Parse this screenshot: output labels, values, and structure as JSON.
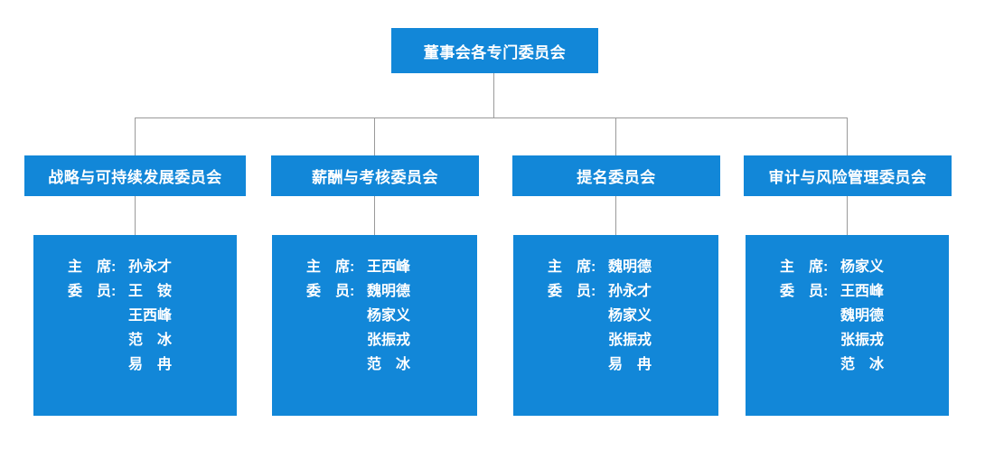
{
  "colors": {
    "box_fill": "#1287d8",
    "box_text": "#ffffff",
    "connector": "#9a9a9a",
    "background": "#ffffff"
  },
  "root": {
    "title": "董事会各专门委员会"
  },
  "labels": {
    "chair": "主　席:",
    "member": "委　员:"
  },
  "committees": [
    {
      "title": "战略与可持续发展委员会",
      "chair": "孙永才",
      "members": [
        "王铵",
        "王西峰",
        "范冰",
        "易冉"
      ]
    },
    {
      "title": "薪酬与考核委员会",
      "chair": "王西峰",
      "members": [
        "魏明德",
        "杨家义",
        "张振戎",
        "范冰"
      ]
    },
    {
      "title": "提名委员会",
      "chair": "魏明德",
      "members": [
        "孙永才",
        "杨家义",
        "张振戎",
        "易冉"
      ]
    },
    {
      "title": "审计与风险管理委员会",
      "chair": "杨家义",
      "members": [
        "王西峰",
        "魏明德",
        "张振戎",
        "范冰"
      ]
    }
  ]
}
